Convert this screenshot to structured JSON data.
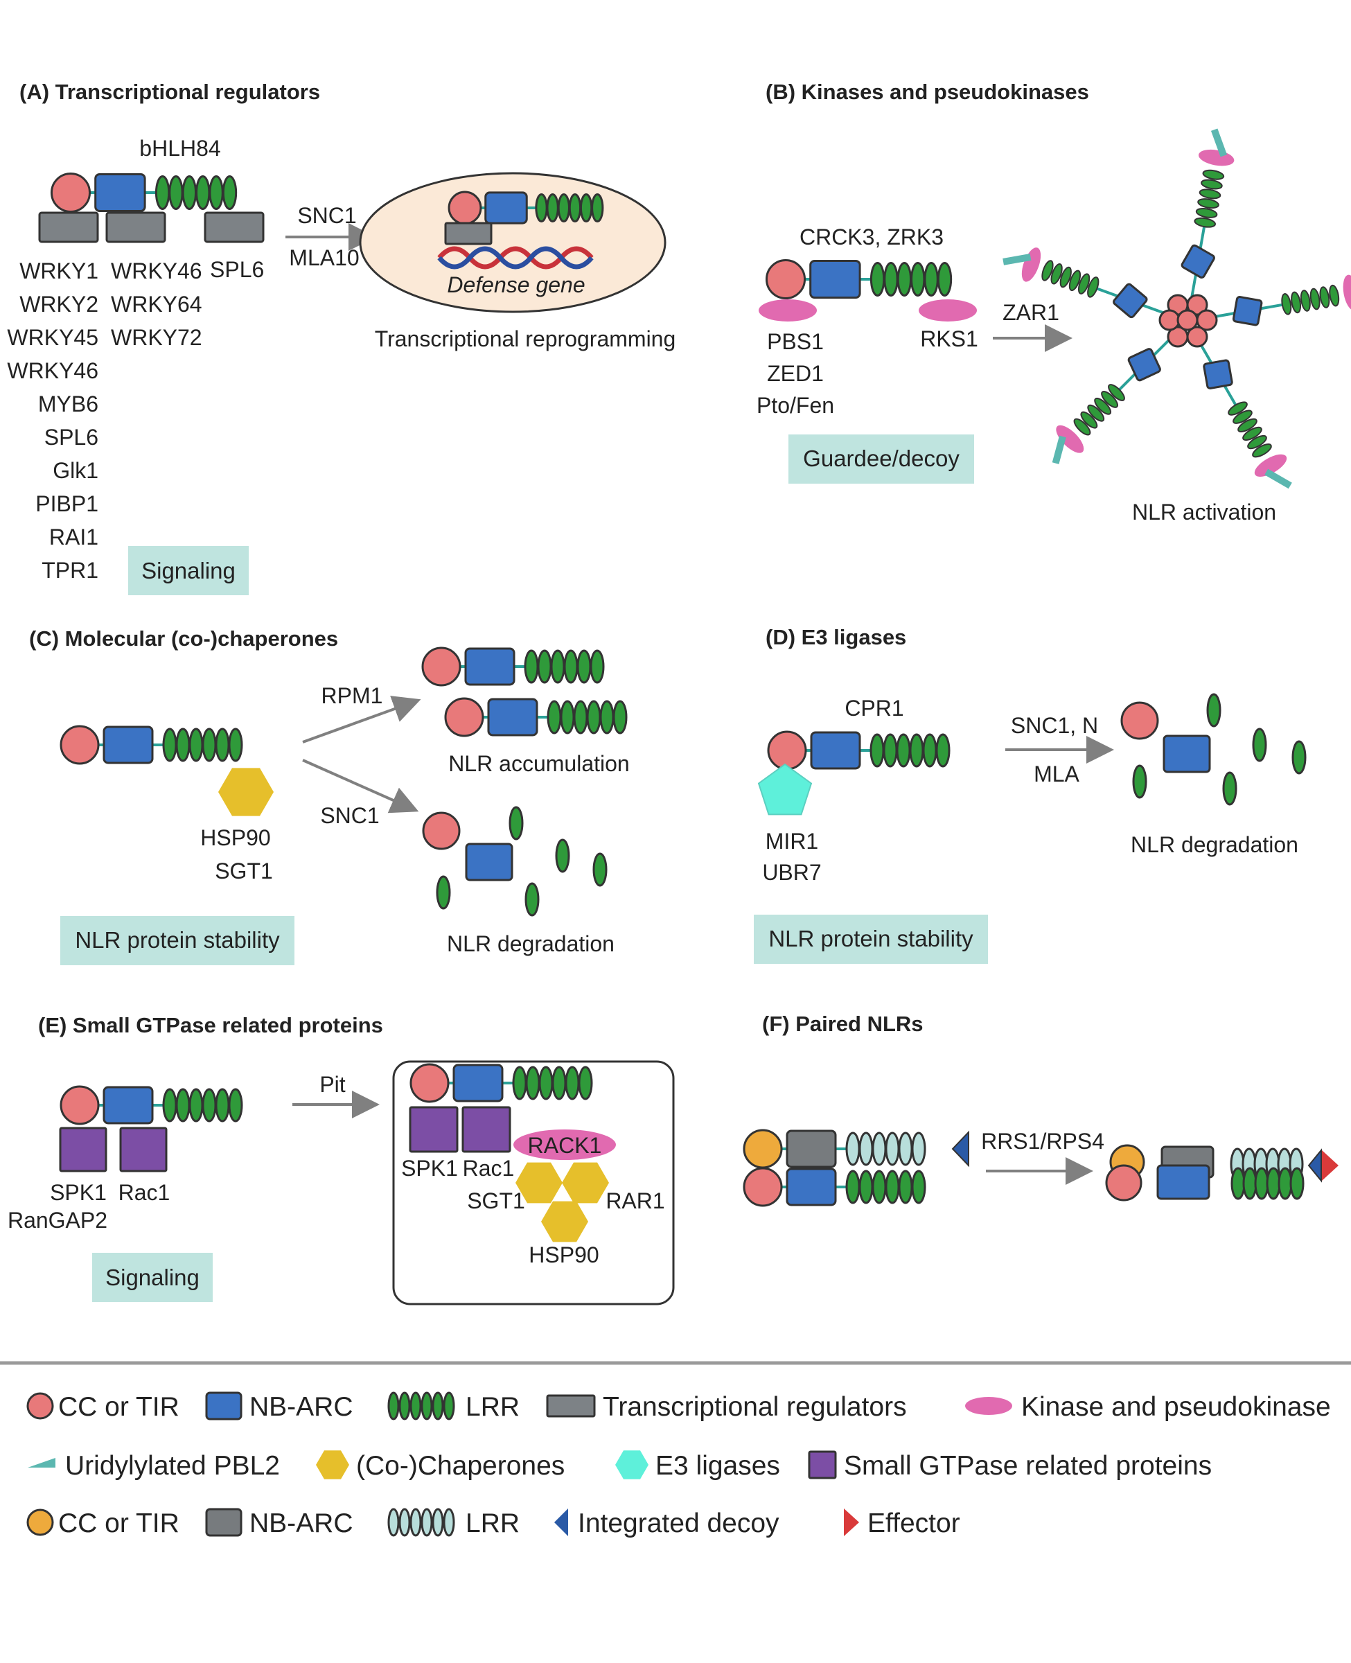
{
  "colors": {
    "cc_tir": "#e8797a",
    "nb_arc": "#3b73c4",
    "lrr": "#2f9a3a",
    "regulator": "#7d8286",
    "kinase": "#e16ab0",
    "pbl2": "#5bb7b0",
    "chaperone": "#e6bf2b",
    "e3": "#5ef0da",
    "gtpase": "#7c4ea5",
    "cc_tir_alt": "#eeaa3c",
    "nb_arc_alt": "#777b7e",
    "lrr_alt": "#b8dedb",
    "decoy": "#2a5aa6",
    "effector": "#d93a3a",
    "badge": "#bfe4df",
    "nucleus": "#fbe9d7",
    "linker": "#2aa198"
  },
  "panels": {
    "A": {
      "title": "(A) Transcriptional regulators",
      "protein": "bHLH84",
      "col1": [
        "WRKY1",
        "WRKY2",
        "WRKY45",
        "WRKY46",
        "MYB6",
        "SPL6",
        "Glk1",
        "PIBP1",
        "RAI1",
        "TPR1"
      ],
      "col2": [
        "WRKY46",
        "WRKY64",
        "WRKY72"
      ],
      "col3": [
        "SPL6"
      ],
      "arrow_top": "SNC1",
      "arrow_bottom": "MLA10",
      "nucleus_label": "Defense gene",
      "outcome": "Transcriptional reprogramming",
      "badge": "Signaling"
    },
    "B": {
      "title": "(B) Kinases and pseudokinases",
      "protein": "CRCK3, ZRK3",
      "left_labels": [
        "PBS1",
        "ZED1",
        "Pto/Fen"
      ],
      "right_label": "RKS1",
      "arrow": "ZAR1",
      "outcome": "NLR activation",
      "badge": "Guardee/decoy"
    },
    "C": {
      "title": "(C) Molecular (co-)chaperones",
      "labels": [
        "HSP90",
        "SGT1"
      ],
      "arrow_top": "RPM1",
      "arrow_bottom": "SNC1",
      "outcome_top": "NLR accumulation",
      "outcome_bottom": "NLR degradation",
      "badge": "NLR protein stability"
    },
    "D": {
      "title": "(D) E3 ligases",
      "protein": "CPR1",
      "labels": [
        "MIR1",
        "UBR7"
      ],
      "arrow_top": "SNC1, N",
      "arrow_bottom": "MLA",
      "outcome": "NLR degradation",
      "badge": "NLR protein stability"
    },
    "E": {
      "title": "(E) Small GTPase related proteins",
      "labels": [
        "SPK1",
        "Rac1"
      ],
      "label_extra": "RanGAP2",
      "arrow": "Pit",
      "complex": {
        "spk1": "SPK1",
        "rac1": "Rac1",
        "rack1": "RACK1",
        "sgt1": "SGT1",
        "rar1": "RAR1",
        "hsp90": "HSP90"
      },
      "badge": "Signaling"
    },
    "F": {
      "title": "(F) Paired NLRs",
      "arrow": "RRS1/RPS4"
    }
  },
  "legend": [
    [
      {
        "icon": "cc-tir",
        "label": "CC or TIR"
      },
      {
        "icon": "nb-arc",
        "label": "NB-ARC"
      },
      {
        "icon": "lrr",
        "label": "LRR"
      },
      {
        "icon": "regulator",
        "label": "Transcriptional regulators"
      },
      {
        "icon": "kinase",
        "label": "Kinase and pseudokinase"
      }
    ],
    [
      {
        "icon": "pbl2",
        "label": "Uridylylated PBL2"
      },
      {
        "icon": "chaperone",
        "label": "(Co-)Chaperones"
      },
      {
        "icon": "e3",
        "label": "E3 ligases"
      },
      {
        "icon": "gtpase",
        "label": "Small GTPase related proteins"
      }
    ],
    [
      {
        "icon": "cc-tir-alt",
        "label": "CC or TIR"
      },
      {
        "icon": "nb-arc-alt",
        "label": "NB-ARC"
      },
      {
        "icon": "lrr-alt",
        "label": "LRR"
      },
      {
        "icon": "decoy",
        "label": "Integrated decoy"
      },
      {
        "icon": "effector",
        "label": "Effector"
      }
    ]
  ]
}
